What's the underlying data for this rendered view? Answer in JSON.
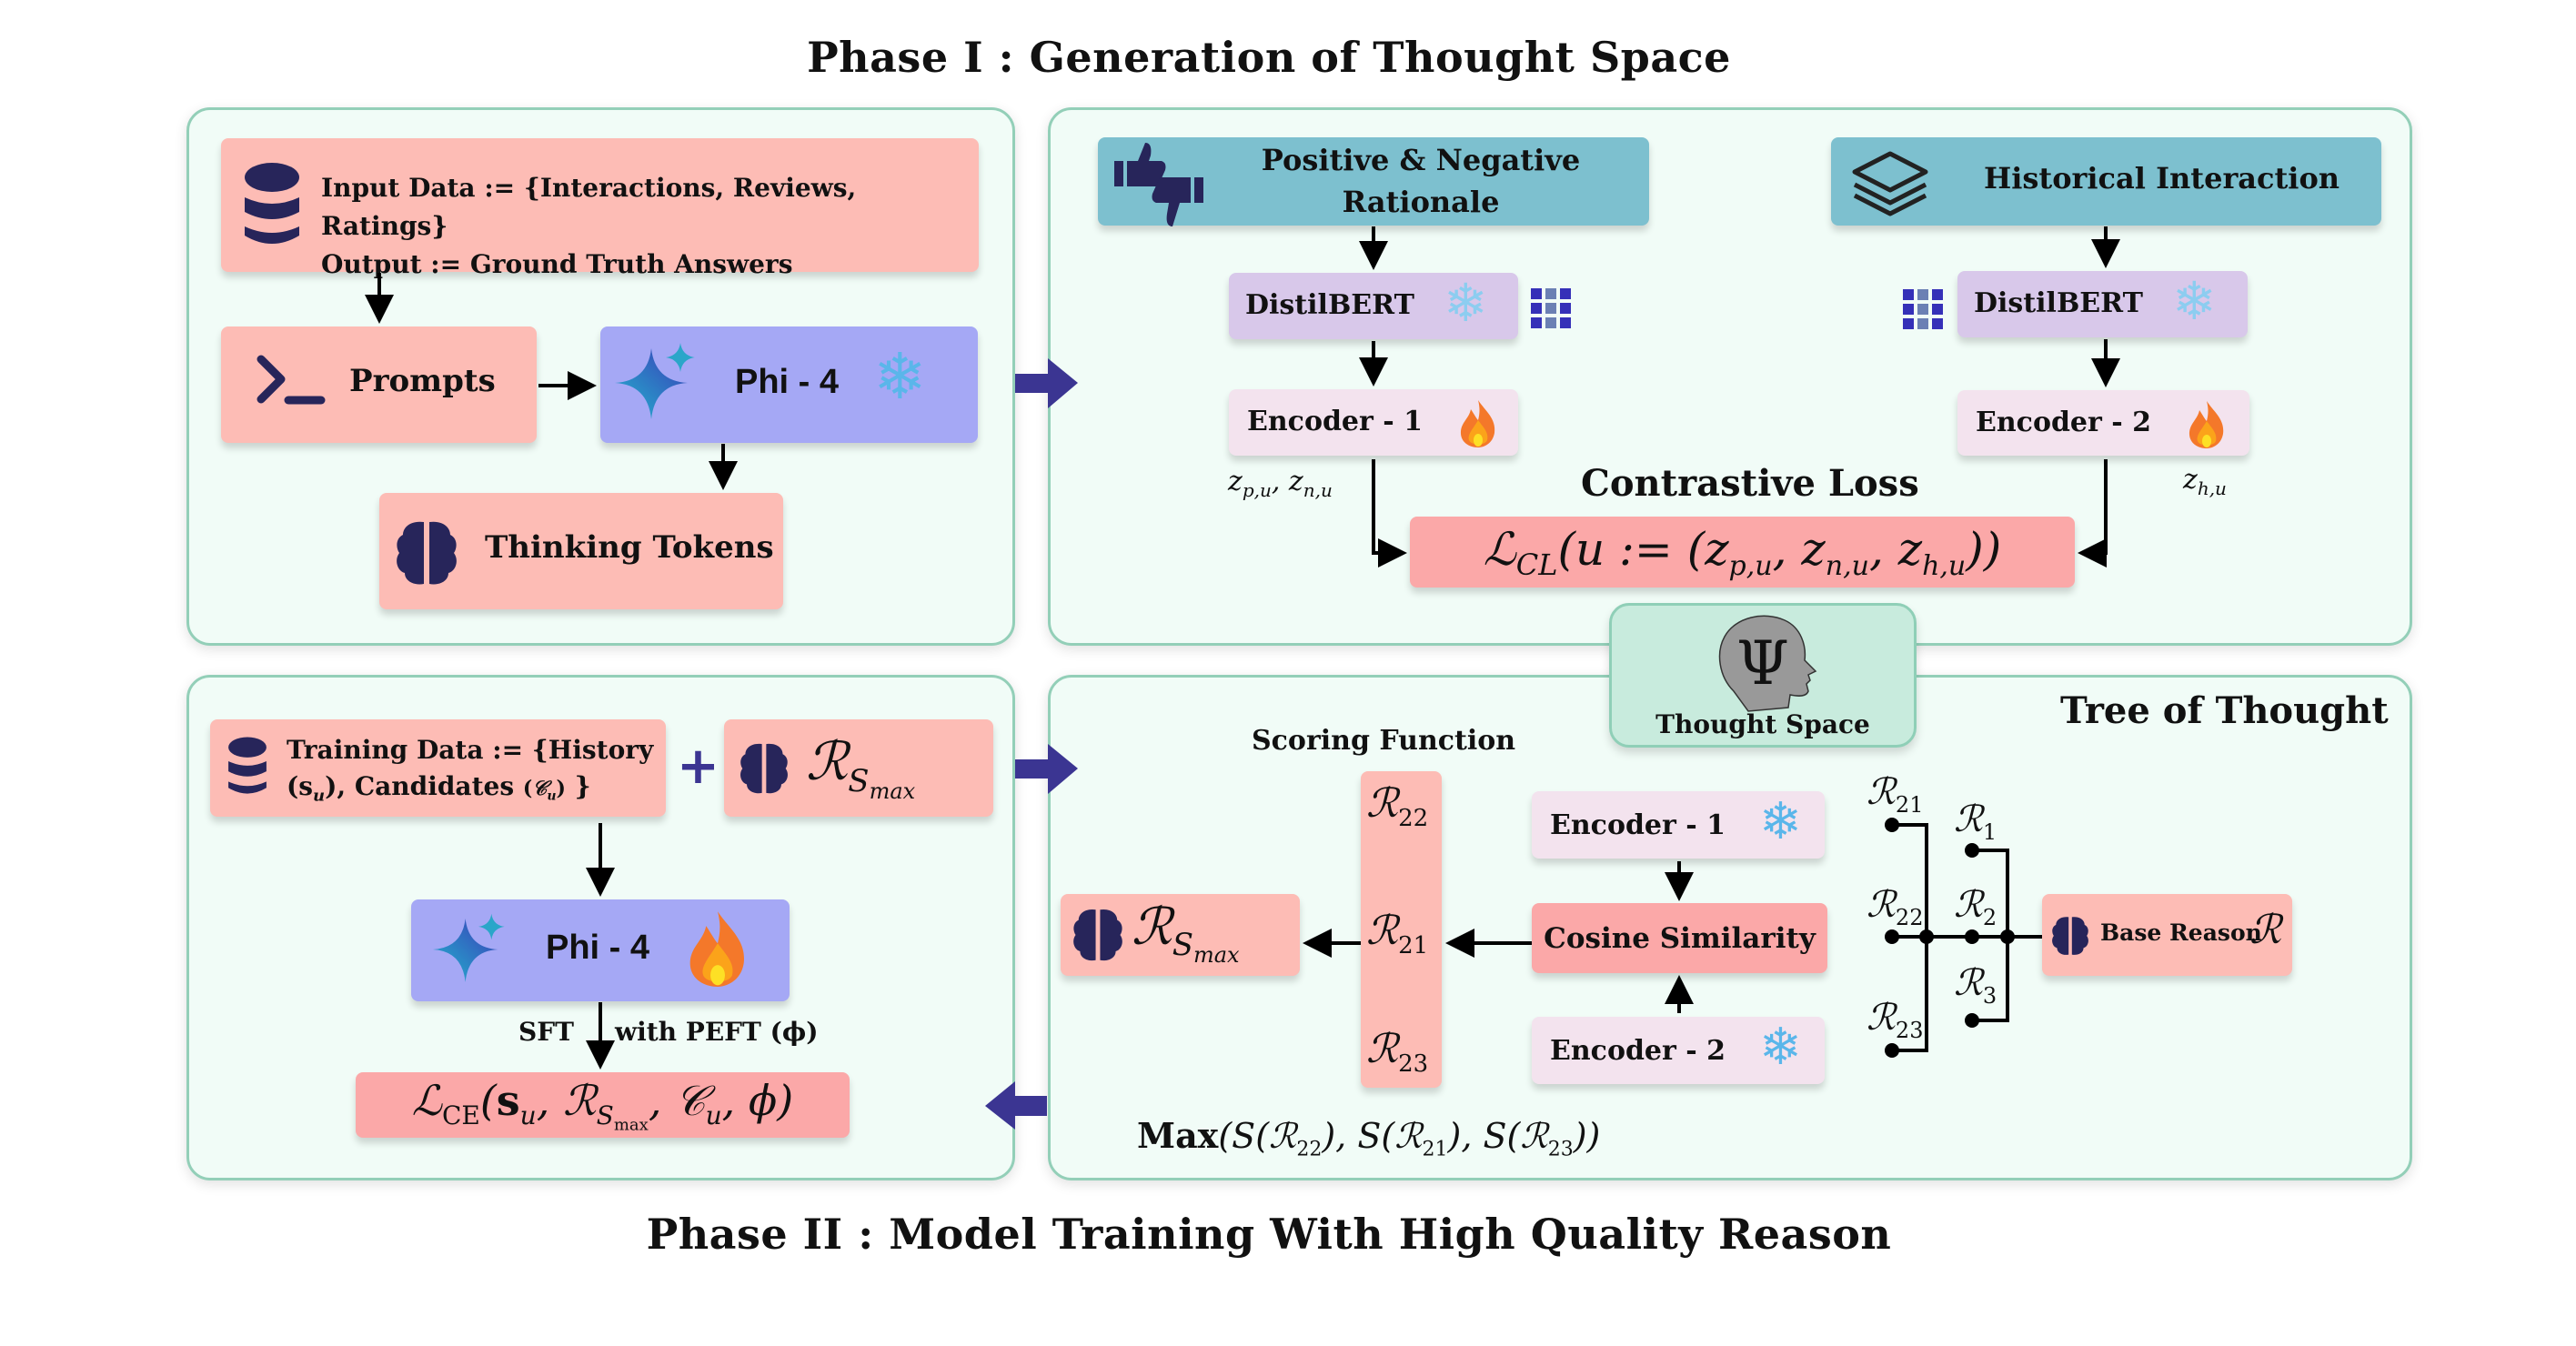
{
  "titles": {
    "phase1": "Phase I : Generation of Thought Space",
    "phase2": "Phase II : Model Training With High Quality Reason"
  },
  "phase1_left": {
    "input_line1": "Input Data := {Interactions, Reviews, Ratings}",
    "input_line2": "Output := Ground Truth Answers",
    "prompts": "Prompts",
    "model": "Phi - 4",
    "thinking": "Thinking Tokens",
    "icons": {
      "database": "database-icon",
      "terminal": "terminal-prompt-icon",
      "sparkle": "sparkle-icon",
      "frozen": "snowflake-icon",
      "brain": "brain-icon"
    }
  },
  "phase1_right": {
    "rationale": "Positive & Negative Rationale",
    "rationale_line1": "Positive & Negative",
    "rationale_line2": "Rationale",
    "historical": "Historical Interaction",
    "distilbert": "DistilBERT",
    "encoder1": "Encoder - 1",
    "encoder2": "Encoder - 2",
    "z_left": "z_{p,u}, z_{n,u}",
    "z_left_parts": [
      "z",
      "p,u",
      ", z",
      "n,u"
    ],
    "z_right_parts": [
      "z",
      "h,u"
    ],
    "loss_title": "Contrastive Loss",
    "loss_formula": "L_CL(u := (z_{p,u}, z_{n,u}, z_{h,u}))",
    "icons": {
      "thumbs": "thumbs-up-down-icon",
      "layers": "layers-icon",
      "grid": "grid-icon",
      "frozen": "snowflake-icon",
      "trainable": "fire-icon"
    }
  },
  "thought_space": {
    "label": "Thought Space",
    "symbol": "Ψ"
  },
  "phase2_left": {
    "training_line1": "Training Data := {History",
    "training_line2": "(s_u), Candidates (C_u) }",
    "plus": "+",
    "rsmax": "R_{S_max}",
    "model": "Phi - 4",
    "sft": "SFT",
    "peft": "with PEFT (ϕ)",
    "ce_formula": "L_CE(s_u, R_{S_max}, C_u, ϕ)"
  },
  "phase2_right": {
    "tree_title": "Tree of Thought",
    "scoring_title": "Scoring Function",
    "column": [
      "R_22",
      "R_21",
      "R_23"
    ],
    "encoder1": "Encoder - 1",
    "encoder2": "Encoder - 2",
    "cosine": "Cosine Similarity",
    "rsmax": "R_{S_max}",
    "max_formula": "Max(S(R_22), S(R_21), S(R_23))",
    "base_reason": "Base Reason",
    "tree_nodes": {
      "level1": [
        "R_1",
        "R_2",
        "R_3"
      ],
      "level2": [
        "R_21",
        "R_22",
        "R_23"
      ]
    }
  },
  "colors": {
    "panel_bg": "#f1fcf7",
    "panel_border": "#93cfb8",
    "pink": "#fdbcb5",
    "red": "#fba8a8",
    "model_blue": "#a5a8f5",
    "teal": "#7dc0cf",
    "lilac": "#d8c8ea",
    "light_pink": "#f3e3ee",
    "navy_icon": "#27255a",
    "flow_arrow": "#3b3592",
    "thought_space": "#c8ebdd"
  }
}
